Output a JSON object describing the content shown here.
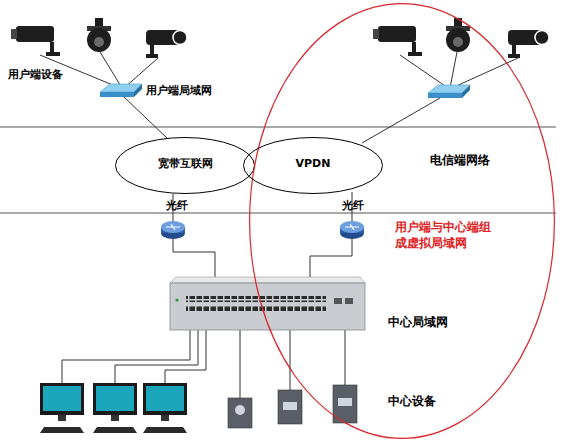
{
  "diagram": {
    "nodes": [
      {
        "text": [
          "宽带互联网"
        ]
      },
      {
        "text": [
          "用户端与中心端组 成虚拟局域网"
        ]
      },
      {
        "text": [
          "VPDN"
        ],
        "in": 1
      }
    ],
    "labels": [
      "用户端设备",
      "用户端局域网",
      "电信端网络",
      "光纤",
      "光纤",
      "中心局域网",
      "中心设备"
    ]
  }
}
